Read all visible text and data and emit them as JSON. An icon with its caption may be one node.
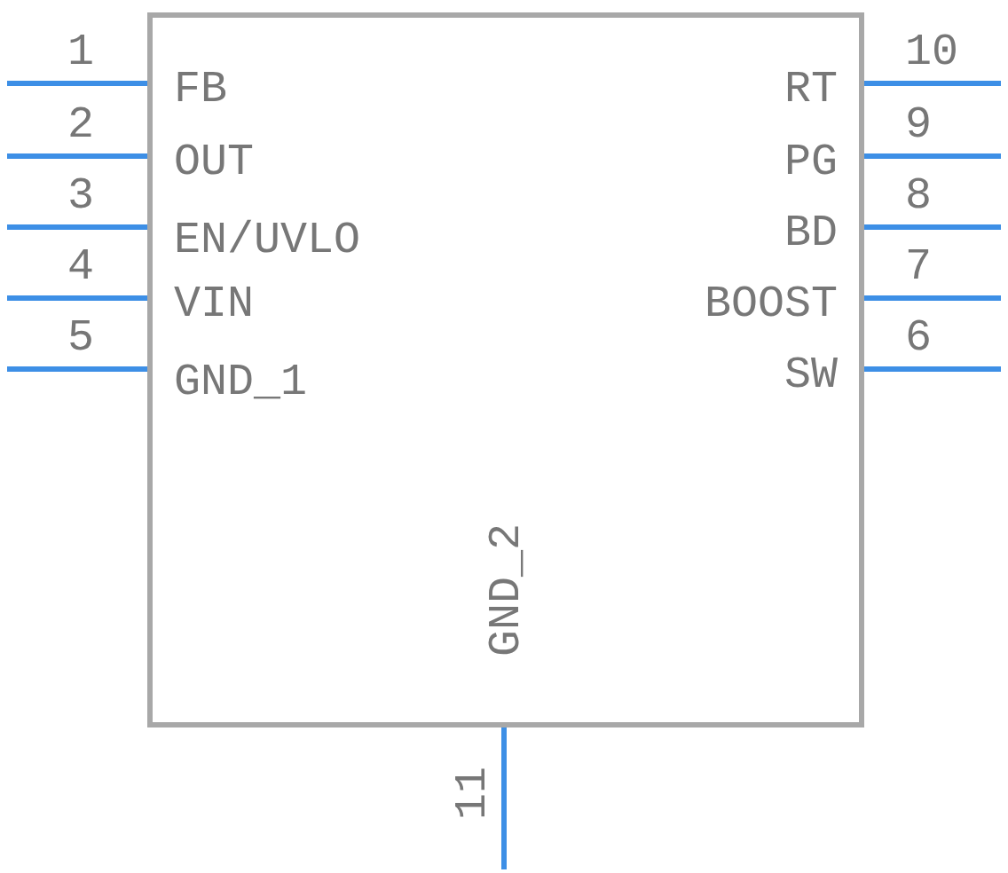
{
  "diagram": {
    "nodes": [
      {
        "text": [
          "FB",
          "OUT",
          "EN/UVLO",
          "VIN",
          "GND_1",
          "RT",
          "PG",
          "BD",
          "BOOST",
          "SW",
          "GND_2"
        ]
      }
    ],
    "labels": [
      "1",
      "2",
      "3",
      "4",
      "5",
      "10",
      "9",
      "8",
      "7",
      "6",
      "11"
    ]
  }
}
